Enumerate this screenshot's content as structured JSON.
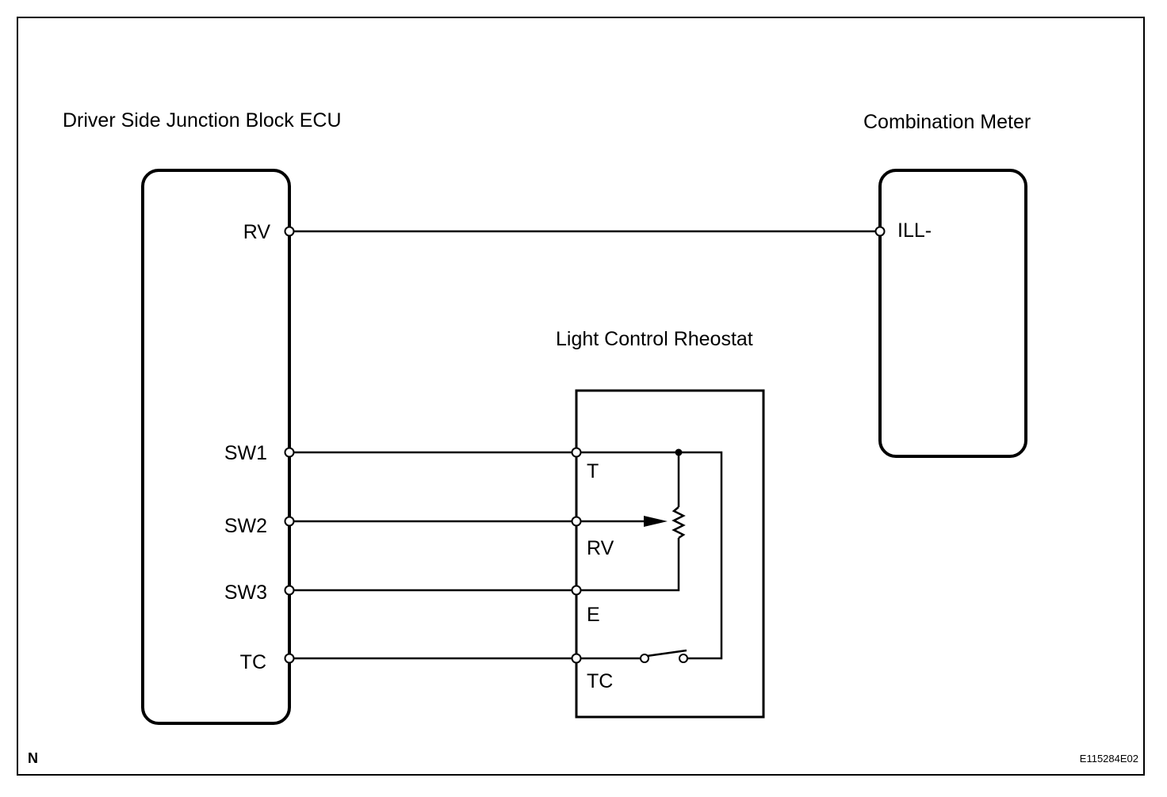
{
  "components": {
    "ecu": {
      "title": "Driver Side Junction Block ECU",
      "pins": {
        "rv": "RV",
        "sw1": "SW1",
        "sw2": "SW2",
        "sw3": "SW3",
        "tc": "TC"
      }
    },
    "meter": {
      "title": "Combination Meter",
      "pins": {
        "ill": "ILL-"
      }
    },
    "rheostat": {
      "title": "Light Control Rheostat",
      "pins": {
        "t": "T",
        "rv": "RV",
        "e": "E",
        "tc": "TC"
      }
    }
  },
  "footer": {
    "left_mark": "N",
    "figure_code": "E115284E02"
  }
}
